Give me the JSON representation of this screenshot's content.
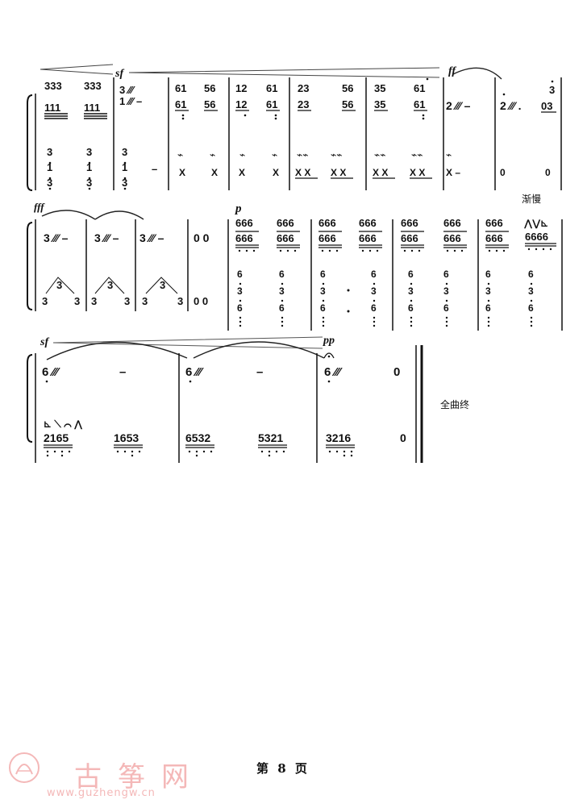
{
  "score": {
    "systems": [
      {
        "dynamics": [
          "sf",
          "ff"
        ],
        "upper_measures": [
          [
            "333/111",
            "333/111"
          ],
          [
            "3 ⁄⁄⁄ 1 ⁄⁄⁄ –"
          ],
          [
            "61/61",
            "56/56"
          ],
          [
            "12/12",
            "61/61"
          ],
          [
            "23/23",
            "56/56"
          ],
          [
            "35/35",
            "61/61"
          ],
          [
            "2 ⁄⁄⁄ –"
          ],
          [
            "2 ⁄⁄⁄ .",
            "3/03"
          ]
        ],
        "lower_measures": [
          [
            "3/1/3",
            "3/1/3"
          ],
          [
            "3/1/3",
            "–"
          ],
          [
            "X",
            "X"
          ],
          [
            "X",
            "X"
          ],
          [
            "XX",
            "XX"
          ],
          [
            "XX",
            "XX"
          ],
          [
            "X –"
          ],
          [
            "0",
            "0"
          ]
        ]
      },
      {
        "dynamics": [
          "fff",
          "p"
        ],
        "tempo_text": "渐慢",
        "upper_measures": [
          [
            "3 ⁄⁄⁄ –"
          ],
          [
            "3 ⁄⁄⁄ –"
          ],
          [
            "3 ⁄⁄⁄ –"
          ],
          [
            "0",
            "0"
          ],
          [
            "666/666",
            "666/666"
          ],
          [
            "666/666",
            "666/666"
          ],
          [
            "666/666",
            "666/666"
          ],
          [
            "666/666",
            "6666"
          ]
        ],
        "lower_measures": [
          [
            "3 3 3"
          ],
          [
            "3 3 3"
          ],
          [
            "3 3 3"
          ],
          [
            "0",
            "0"
          ],
          [
            "6/3/6",
            "6/3/6"
          ],
          [
            "6/3/6",
            "6/3/6"
          ],
          [
            "6/3/6",
            "6/3/6"
          ],
          [
            "6/3/6",
            "6/3/6"
          ]
        ]
      },
      {
        "dynamics": [
          "sf",
          "pp"
        ],
        "upper_measures": [
          [
            "6 ⁄⁄⁄ –"
          ],
          [
            "6 ⁄⁄⁄ –"
          ],
          [
            "6 ⁄⁄⁄",
            "0"
          ]
        ],
        "lower_measures": [
          [
            "2165",
            "1653"
          ],
          [
            "6532",
            "5321"
          ],
          [
            "3216",
            "0"
          ]
        ],
        "end_text": "全曲终"
      }
    ]
  },
  "footer": {
    "page_label": "第 8 页",
    "watermark_title": "古筝网",
    "watermark_url": "www.guzhengw.cn"
  },
  "colors": {
    "ink": "#111111",
    "watermark": "#f4b8b8"
  }
}
